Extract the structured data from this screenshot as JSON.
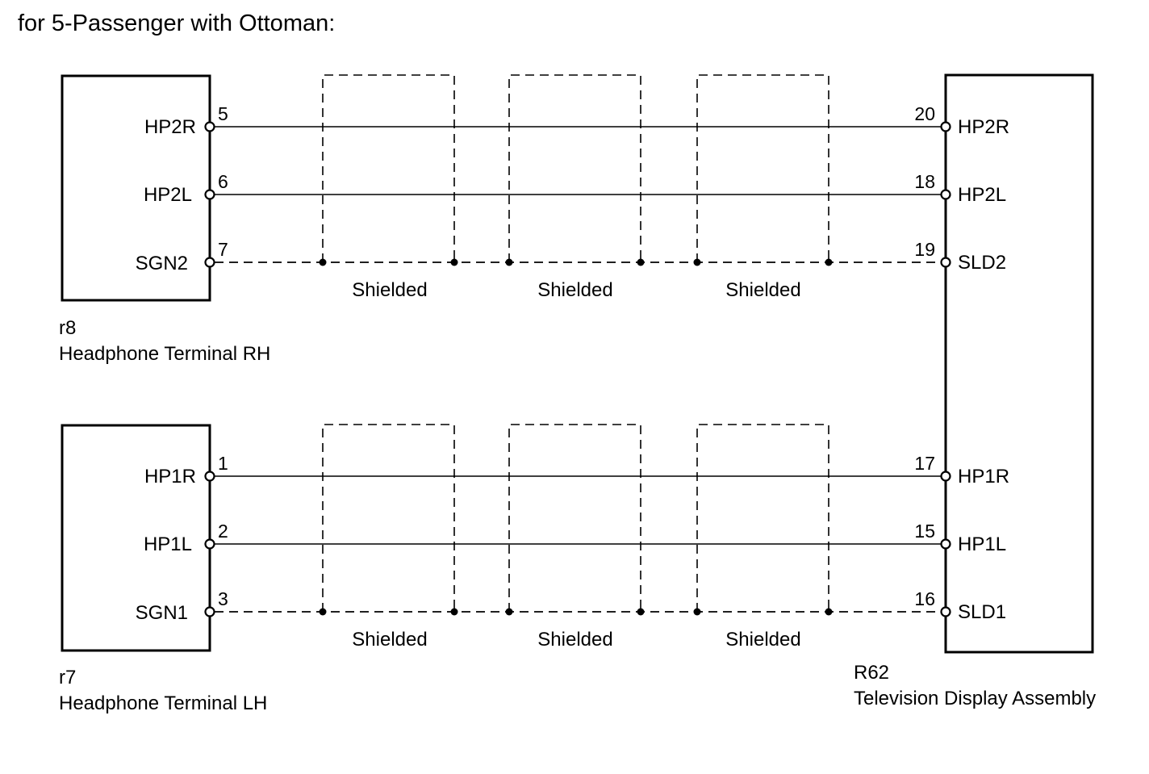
{
  "title": "for 5-Passenger with Ottoman:",
  "connectors": {
    "r8": {
      "code": "r8",
      "name": "Headphone Terminal RH"
    },
    "r7": {
      "code": "r7",
      "name": "Headphone Terminal LH"
    },
    "R62": {
      "code": "R62",
      "name": "Television Display Assembly"
    }
  },
  "groups": [
    {
      "id": "upper",
      "left_connector": "r8",
      "shield_label": "Shielded",
      "lines": [
        {
          "left_pin": "5",
          "left_label": "HP2R",
          "right_pin": "20",
          "right_label": "HP2R",
          "shielded": false
        },
        {
          "left_pin": "6",
          "left_label": "HP2L",
          "right_pin": "18",
          "right_label": "HP2L",
          "shielded": false
        },
        {
          "left_pin": "7",
          "left_label": "SGN2",
          "right_pin": "19",
          "right_label": "SLD2",
          "shielded": true
        }
      ]
    },
    {
      "id": "lower",
      "left_connector": "r7",
      "shield_label": "Shielded",
      "lines": [
        {
          "left_pin": "1",
          "left_label": "HP1R",
          "right_pin": "17",
          "right_label": "HP1R",
          "shielded": false
        },
        {
          "left_pin": "2",
          "left_label": "HP1L",
          "right_pin": "15",
          "right_label": "HP1L",
          "shielded": false
        },
        {
          "left_pin": "3",
          "left_label": "SGN1",
          "right_pin": "16",
          "right_label": "SLD1",
          "shielded": true
        }
      ]
    }
  ]
}
